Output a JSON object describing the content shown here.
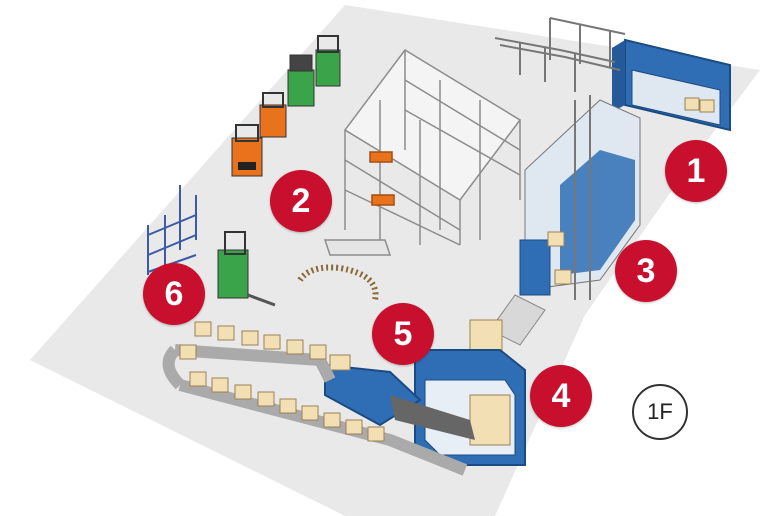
{
  "floor_label": "1F",
  "zones": [
    {
      "id": "zone-1",
      "label": "1"
    },
    {
      "id": "zone-2",
      "label": "2"
    },
    {
      "id": "zone-3",
      "label": "3"
    },
    {
      "id": "zone-4",
      "label": "4"
    },
    {
      "id": "zone-5",
      "label": "5"
    },
    {
      "id": "zone-6",
      "label": "6"
    }
  ],
  "colors": {
    "floor": "#e9e9e9",
    "marker": "#c8102e",
    "container_blue": "#2f6db5",
    "forklift_orange": "#e8731c",
    "forklift_green": "#3aa44a",
    "box": "#f3dfb4",
    "rack": "#8c8c8c"
  }
}
